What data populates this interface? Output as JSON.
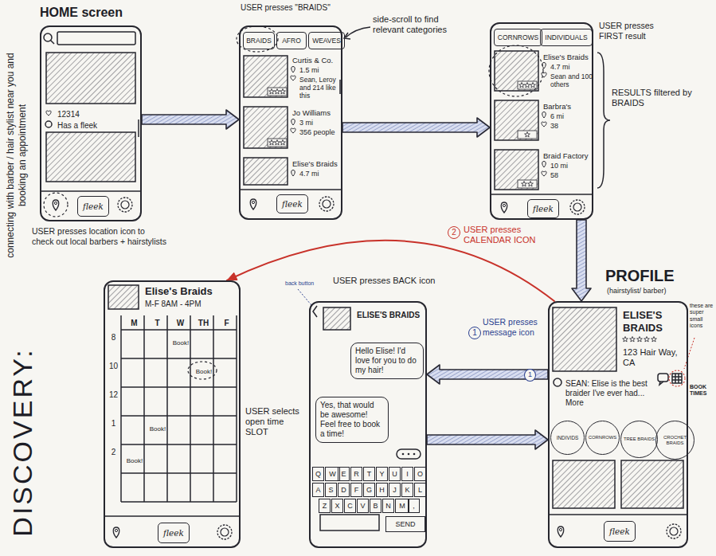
{
  "diagram": {
    "title": "DISCOVERY:",
    "nodes": [
      {
        "text": [
          "HOME screen",
          "12314",
          "Has a fleek"
        ]
      },
      {
        "text": [
          "fleek"
        ],
        "in": 0
      },
      {
        "text": [
          "Curtis & Co.",
          "1.5 mi",
          "Sean, Leroy and 214 like this",
          "Jo Williams",
          "3 mi",
          "356 people",
          "Elise's Braids",
          "4.7 mi"
        ]
      },
      {
        "text": [
          "BRAIDS"
        ],
        "in": 2
      },
      {
        "text": [
          "AFRO"
        ],
        "in": 2
      },
      {
        "text": [
          "WEAVES"
        ],
        "in": 2
      },
      {
        "text": [
          "fleek"
        ],
        "in": 2
      },
      {
        "text": [
          "Elise's Braids",
          "4.7 mi",
          "Sean and 100 others",
          "Barbra's",
          "6 mi",
          "38",
          "Braid Factory",
          "10 mi",
          "58"
        ]
      },
      {
        "text": [
          "CORNROWS"
        ],
        "in": 7
      },
      {
        "text": [
          "INDIVIDUALS"
        ],
        "in": 7
      },
      {
        "text": [
          "fleek"
        ],
        "in": 7
      },
      {
        "text": [
          "Elise's Braids",
          "M-F 8AM - 4PM",
          "M",
          "T",
          "W",
          "TH",
          "F",
          "8",
          "10",
          "12",
          "1",
          "2",
          "Book!",
          "Book!",
          "Book!",
          "Book!"
        ]
      },
      {
        "text": [
          "fleek"
        ],
        "in": 11
      },
      {
        "text": [
          "ELISE'S BRAIDS"
        ]
      },
      {
        "text": [
          "Hello Elise! I'd love for you to do my hair!"
        ],
        "in": 13
      },
      {
        "text": [
          "Yes, that would be awesome! Feel free to book a time!"
        ],
        "in": 13
      },
      {
        "text": [
          "Q"
        ],
        "in": 13
      },
      {
        "text": [
          "W"
        ],
        "in": 13
      },
      {
        "text": [
          "E"
        ],
        "in": 13
      },
      {
        "text": [
          "R"
        ],
        "in": 13
      },
      {
        "text": [
          "T"
        ],
        "in": 13
      },
      {
        "text": [
          "Y"
        ],
        "in": 13
      },
      {
        "text": [
          "U"
        ],
        "in": 13
      },
      {
        "text": [
          "I"
        ],
        "in": 13
      },
      {
        "text": [
          "O"
        ],
        "in": 13
      },
      {
        "text": [
          "A"
        ],
        "in": 13
      },
      {
        "text": [
          "S"
        ],
        "in": 13
      },
      {
        "text": [
          "D"
        ],
        "in": 13
      },
      {
        "text": [
          "F"
        ],
        "in": 13
      },
      {
        "text": [
          "G"
        ],
        "in": 13
      },
      {
        "text": [
          "H"
        ],
        "in": 13
      },
      {
        "text": [
          "J"
        ],
        "in": 13
      },
      {
        "text": [
          "K"
        ],
        "in": 13
      },
      {
        "text": [
          "L"
        ],
        "in": 13
      },
      {
        "text": [
          "Z"
        ],
        "in": 13
      },
      {
        "text": [
          "X"
        ],
        "in": 13
      },
      {
        "text": [
          "C"
        ],
        "in": 13
      },
      {
        "text": [
          "V"
        ],
        "in": 13
      },
      {
        "text": [
          "B"
        ],
        "in": 13
      },
      {
        "text": [
          "N"
        ],
        "in": 13
      },
      {
        "text": [
          "M"
        ],
        "in": 13
      },
      {
        "text": [
          ","
        ],
        "in": 13
      },
      {
        "text": [
          "SEND"
        ],
        "in": 13
      },
      {
        "text": [
          "PROFILE",
          "(hairstylist/ barber)",
          "ELISE'S BRAIDS",
          "123 Hair Way, CA",
          "SEAN: Elise is the best braider I've ever had... More"
        ]
      },
      {
        "text": [
          "INDIVIDS"
        ],
        "in": 43
      },
      {
        "text": [
          "CORNROWS"
        ],
        "in": 43
      },
      {
        "text": [
          "TREE BRAIDS"
        ],
        "in": 43
      },
      {
        "text": [
          "CROCHET BRAIDS"
        ],
        "in": 43
      },
      {
        "text": [
          "fleek"
        ],
        "in": 43
      }
    ],
    "edges": [
      {
        "from": 0,
        "to": 2,
        "arrow": "to"
      },
      {
        "from": 2,
        "to": 7,
        "arrow": "to"
      },
      {
        "from": 7,
        "to": 43,
        "arrow": "to"
      },
      {
        "from": 43,
        "to": 13,
        "label": "USER presses message icon",
        "arrow": "to"
      },
      {
        "from": 13,
        "to": 43,
        "arrow": "to"
      },
      {
        "from": 43,
        "to": 11,
        "label": "USER presses CALENDAR ICON",
        "arrow": "to"
      }
    ],
    "labels": [
      "connecting with barber / hair stylist near you and booking an appointment",
      "USER presses location icon to check out local barbers + hairstylists",
      "USER presses \"BRAIDS\"",
      "side-scroll to find relevant categories",
      "USER presses FIRST result",
      "RESULTS filtered by BRAIDS",
      "these are super small icons",
      "BOOK TIMES",
      "1",
      "1",
      "2",
      "USER presses BACK icon",
      "back button",
      "USER selects open time SLOT"
    ]
  }
}
